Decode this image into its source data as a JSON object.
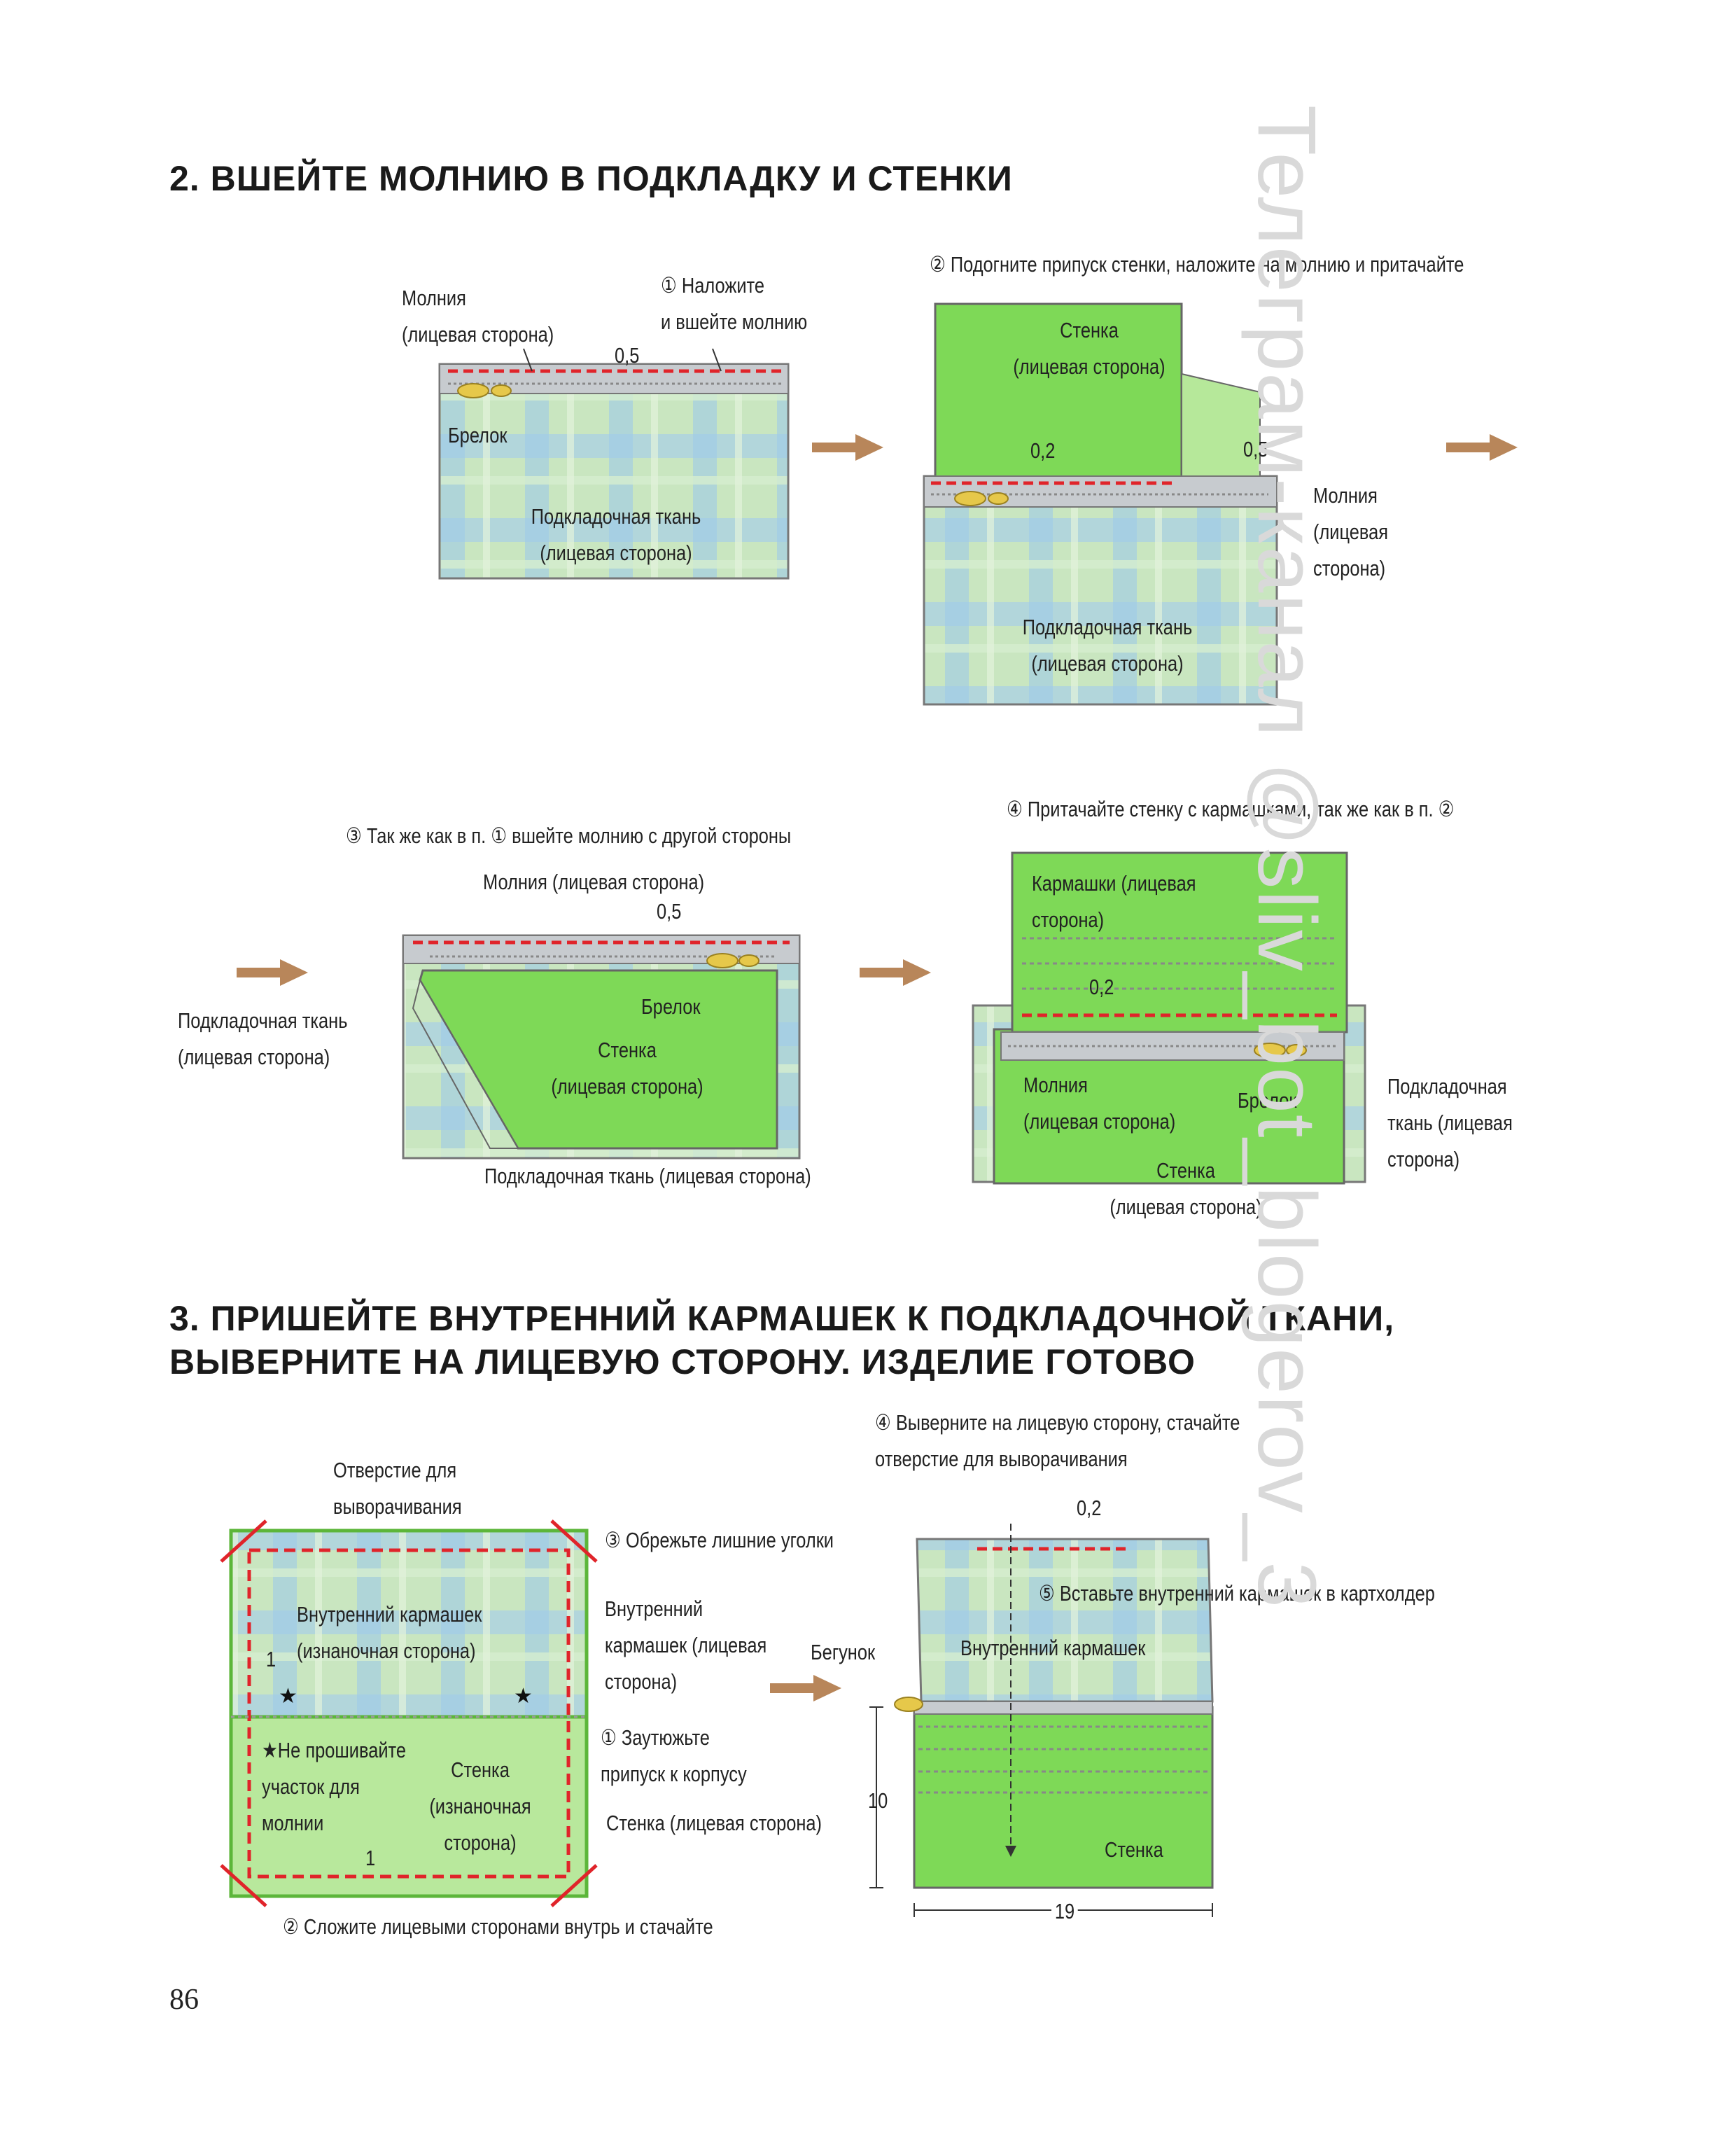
{
  "section2": {
    "title": "2. ВШЕЙТЕ МОЛНИЮ В ПОДКЛАДКУ И СТЕНКИ",
    "step1": {
      "zipper": "Молния\n(лицевая сторона)",
      "note": "① Наложите\nи вшейте молнию",
      "dim": "0,5",
      "charm": "Брелок",
      "lining": "Подкладочная ткань\n(лицевая сторона)"
    },
    "step2": {
      "note": "② Подогните припуск стенки, наложите на молнию и притачайте",
      "wall": "Стенка\n(лицевая сторона)",
      "dim_a": "0,2",
      "dim_b": "0,5",
      "zipper": "Молния\n(лицевая\nсторона)",
      "lining": "Подкладочная ткань\n(лицевая сторона)"
    },
    "step3": {
      "note": "③ Так же как в п. ① вшейте молнию с другой стороны",
      "zipper": "Молния (лицевая сторона)",
      "dim": "0,5",
      "lining_left": "Подкладочная ткань\n(лицевая сторона)",
      "charm": "Брелок",
      "wall": "Стенка\n(лицевая сторона)",
      "lining_bottom": "Подкладочная ткань (лицевая сторона)"
    },
    "step4": {
      "note": "④ Притачайте стенку с кармашками, так же как в п. ②",
      "pockets": "Кармашки (лицевая\nсторона)",
      "dim": "0,2",
      "zipper": "Молния\n(лицевая сторона)",
      "charm": "Брелок",
      "lining": "Подкладочная\nткань (лицевая\nсторона)",
      "wall": "Стенка\n(лицевая сторона)"
    }
  },
  "section3": {
    "title_line1": "3. ПРИШЕЙТЕ ВНУТРЕННИЙ КАРМАШЕК К ПОДКЛАДОЧНОЙ ТКАНИ,",
    "title_line2": "ВЫВЕРНИТЕ НА ЛИЦЕВУЮ СТОРОНУ. ИЗДЕЛИЕ ГОТОВО",
    "left": {
      "opening": "Отверстие для\nвыворачивания",
      "trim": "③ Обрежьте лишние уголки",
      "inner_pocket": "Внутренний кармашек\n(изнаночная сторона)",
      "inner_pocket_right": "Внутренний\nкармашек (лицевая\nсторона)",
      "dim_1a": "1",
      "star_note": "★Не прошивайте\nучасток для\nмолнии",
      "wall": "Стенка\n(изнаночная\nсторона)",
      "press": "① Заутюжьте\nприпуск к корпусу",
      "wall_face": "Стенка (лицевая сторона)",
      "dim_1b": "1",
      "fold": "② Сложите лицевыми сторонами внутрь и стачайте"
    },
    "right": {
      "turn": "④ Выверните на лицевую сторону, стачайте\nотверстие для выворачивания",
      "dim_02": "0,2",
      "insert": "⑤ Вставьте внутренний кармашек в картхолдер",
      "slider": "Бегунок",
      "inner_pocket": "Внутренний кармашек",
      "height": "10",
      "wall": "Стенка",
      "width": "19"
    }
  },
  "watermark": "Телеграм-канал @sliv_bot_blogerov_3",
  "page_number": "86",
  "colors": {
    "green": "#7ed957",
    "green_dark": "#5cb63a",
    "plaid_blue": "#9ec6e6",
    "plaid_green": "#b8e0a4",
    "stitch_red": "#e0242a",
    "arrow": "#b8865a",
    "zipper_grey": "#c7cbcf",
    "charm_gold": "#e6c84a"
  }
}
